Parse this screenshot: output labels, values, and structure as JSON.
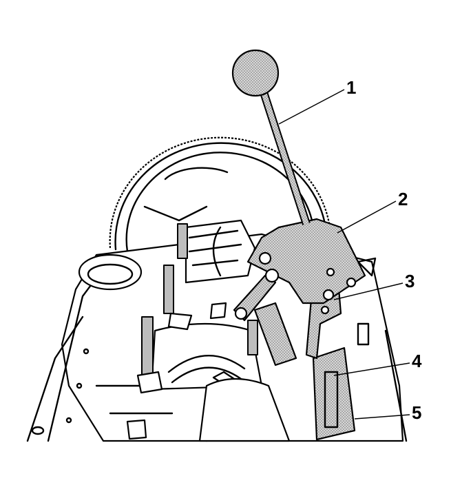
{
  "callouts": [
    {
      "id": "1",
      "label": "1"
    },
    {
      "id": "2",
      "label": "2"
    },
    {
      "id": "3",
      "label": "3"
    },
    {
      "id": "4",
      "label": "4"
    },
    {
      "id": "5",
      "label": "5"
    }
  ],
  "colors": {
    "line": "#000000",
    "background": "#ffffff",
    "stipple_dark": "#6e6e6e",
    "stipple_light": "#d8d8d8"
  },
  "icons": [
    "engine-block-illustration",
    "flywheel-ring-gear",
    "crankshaft",
    "main-bearing-cap",
    "bearing-cap-puller-tool",
    "slide-hammer",
    "tool-base-plate"
  ]
}
